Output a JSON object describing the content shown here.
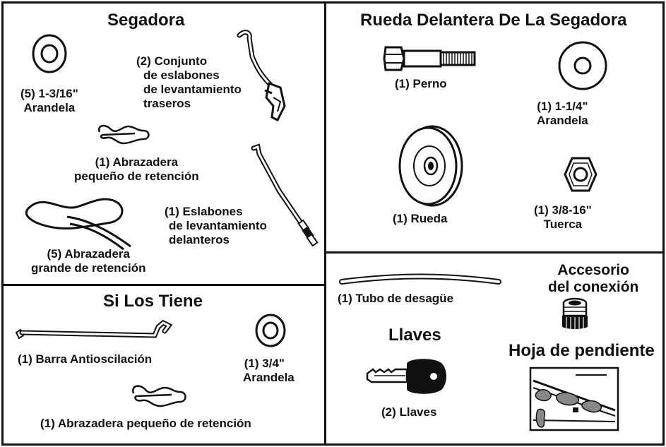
{
  "panels": {
    "segadora": {
      "title": "Segadora",
      "washer": [
        "(5) 1-3/16\"",
        "Arandela"
      ],
      "rear_links": [
        "(2) Conjunto",
        "de eslabones",
        "de levantamiento",
        "traseros"
      ],
      "small_clip": [
        "(1) Abrazadera",
        "pequeño de retención"
      ],
      "front_links": [
        "(1) Eslabones",
        "de levantamiento",
        "delanteros"
      ],
      "large_clip": [
        "(5) Abrazadera",
        "grande de retención"
      ]
    },
    "rueda": {
      "title": "Rueda Delantera De La Segadora",
      "bolt": "(1) Perno",
      "washer": [
        "(1) 1-1/4\"",
        "Arandela"
      ],
      "wheel": "(1) Rueda",
      "nut": [
        "(1) 3/8-16\"",
        "Tuerca"
      ]
    },
    "si_los_tiene": {
      "title": "Si Los Tiene",
      "bar": "(1) Barra Antioscilación",
      "washer": [
        "(1) 3/4\"",
        "Arandela"
      ],
      "clip": "(1) Abrazadera pequeño de retención"
    },
    "accesorios": {
      "tube": "(1) Tubo de desagüe",
      "fitting": [
        "Accesorio",
        "del conexión"
      ],
      "keys_title": "Llaves",
      "keys": "(2) Llaves",
      "slope_title": "Hoja de pendiente"
    }
  }
}
